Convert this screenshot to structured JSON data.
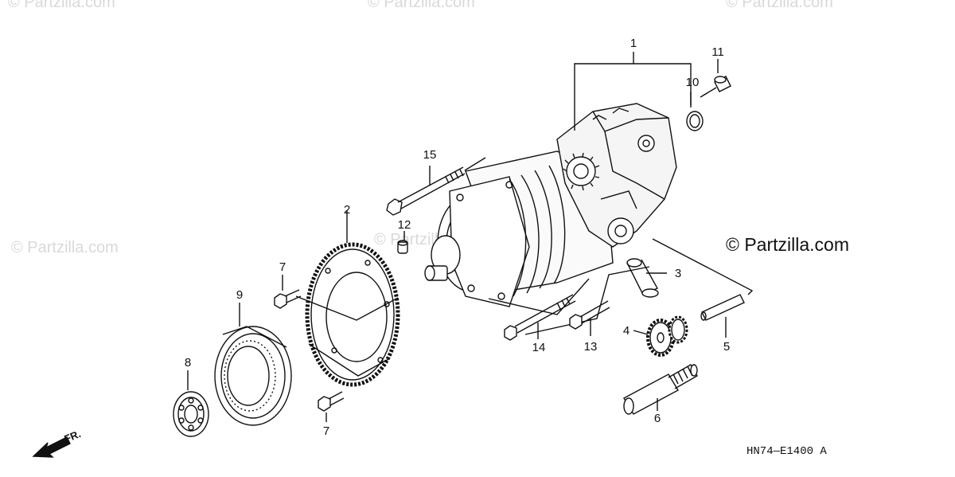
{
  "watermarks": [
    "© Partzilla.com",
    "© Partzilla.com",
    "© Partzilla.com",
    "© Partzilla.com",
    "© Partzilla.com"
  ],
  "copyright_text": "© Partzilla.com",
  "diagram_code": "HN74—E1400 A",
  "front_arrow_label": "FR.",
  "callouts": {
    "c1": "1",
    "c2": "2",
    "c3": "3",
    "c4": "4",
    "c5": "5",
    "c6": "6",
    "c7a": "7",
    "c7b": "7",
    "c8": "8",
    "c9": "9",
    "c10": "10",
    "c11": "11",
    "c12": "12",
    "c13": "13",
    "c14": "14",
    "c15": "15"
  }
}
